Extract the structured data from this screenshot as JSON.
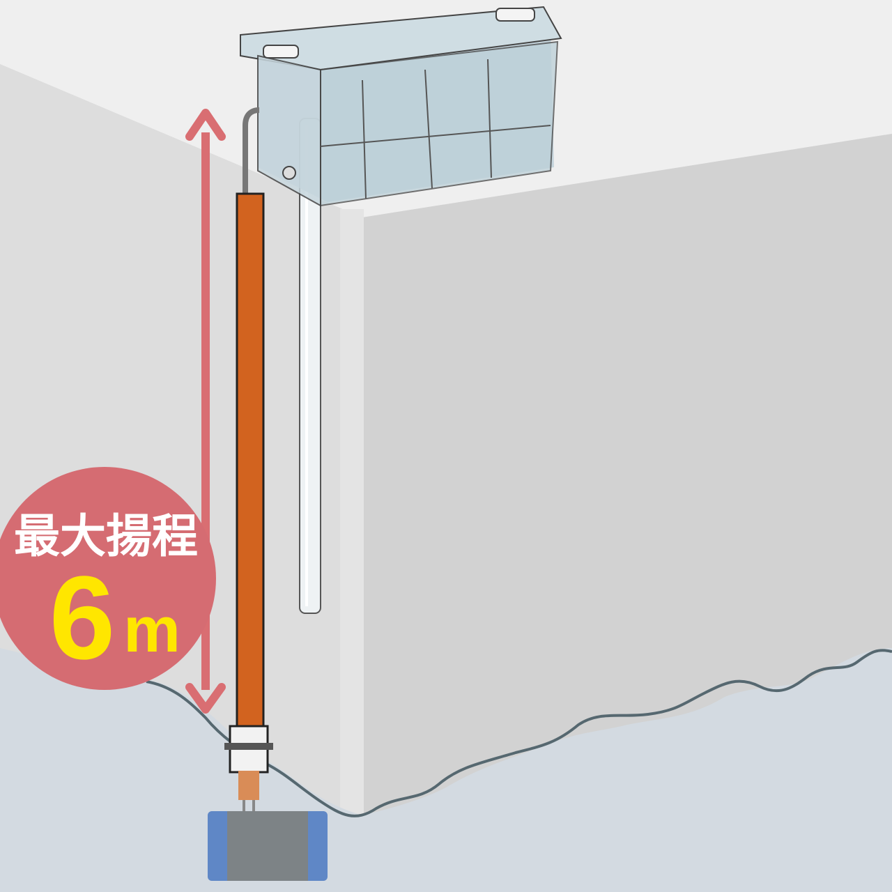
{
  "badge": {
    "label": "最大揚程",
    "value": "6",
    "unit": "m"
  },
  "colors": {
    "wall_light": "#dcdcdc",
    "wall_right": "#d2d2d2",
    "ledge_top": "#efefef",
    "water": "#d3dae1",
    "water_line": "#566870",
    "arrow": "#d96e72",
    "badge_fill": "#d56c72",
    "badge_text": "#ffffff",
    "value_text": "#ffe600",
    "hose": "#d2631f",
    "pump_body": "#7d8386",
    "pump_caps": "#5f87c6",
    "tank_water": "#b5cbd6"
  },
  "icons": [
    "pump-icon",
    "tank-icon",
    "double-arrow-icon"
  ]
}
